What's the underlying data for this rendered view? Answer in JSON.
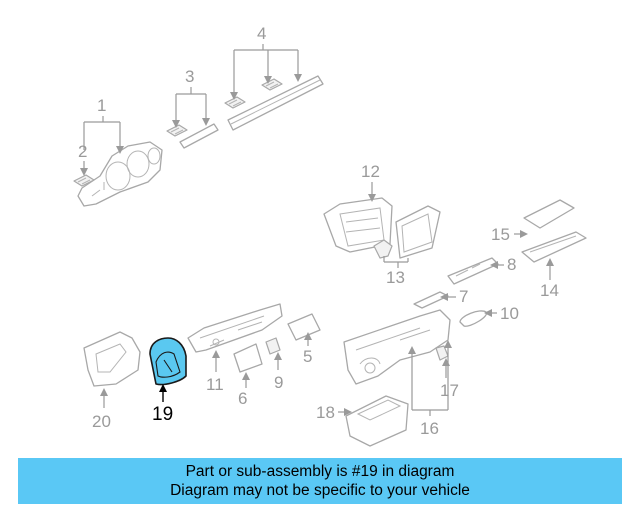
{
  "diagram": {
    "highlighted_part": "19",
    "callouts": [
      "1",
      "2",
      "3",
      "4",
      "5",
      "6",
      "7",
      "8",
      "9",
      "10",
      "11",
      "12",
      "13",
      "14",
      "15",
      "16",
      "17",
      "18",
      "19",
      "20"
    ],
    "colors": {
      "highlight": "#5ac8f0",
      "banner": "#5ac8f5",
      "lines": "#a8a8a8",
      "labels": "#9a9a9a"
    }
  },
  "banner": {
    "line1": "Part or sub-assembly is #19 in diagram",
    "line2": "Diagram may not be specific to your vehicle"
  }
}
